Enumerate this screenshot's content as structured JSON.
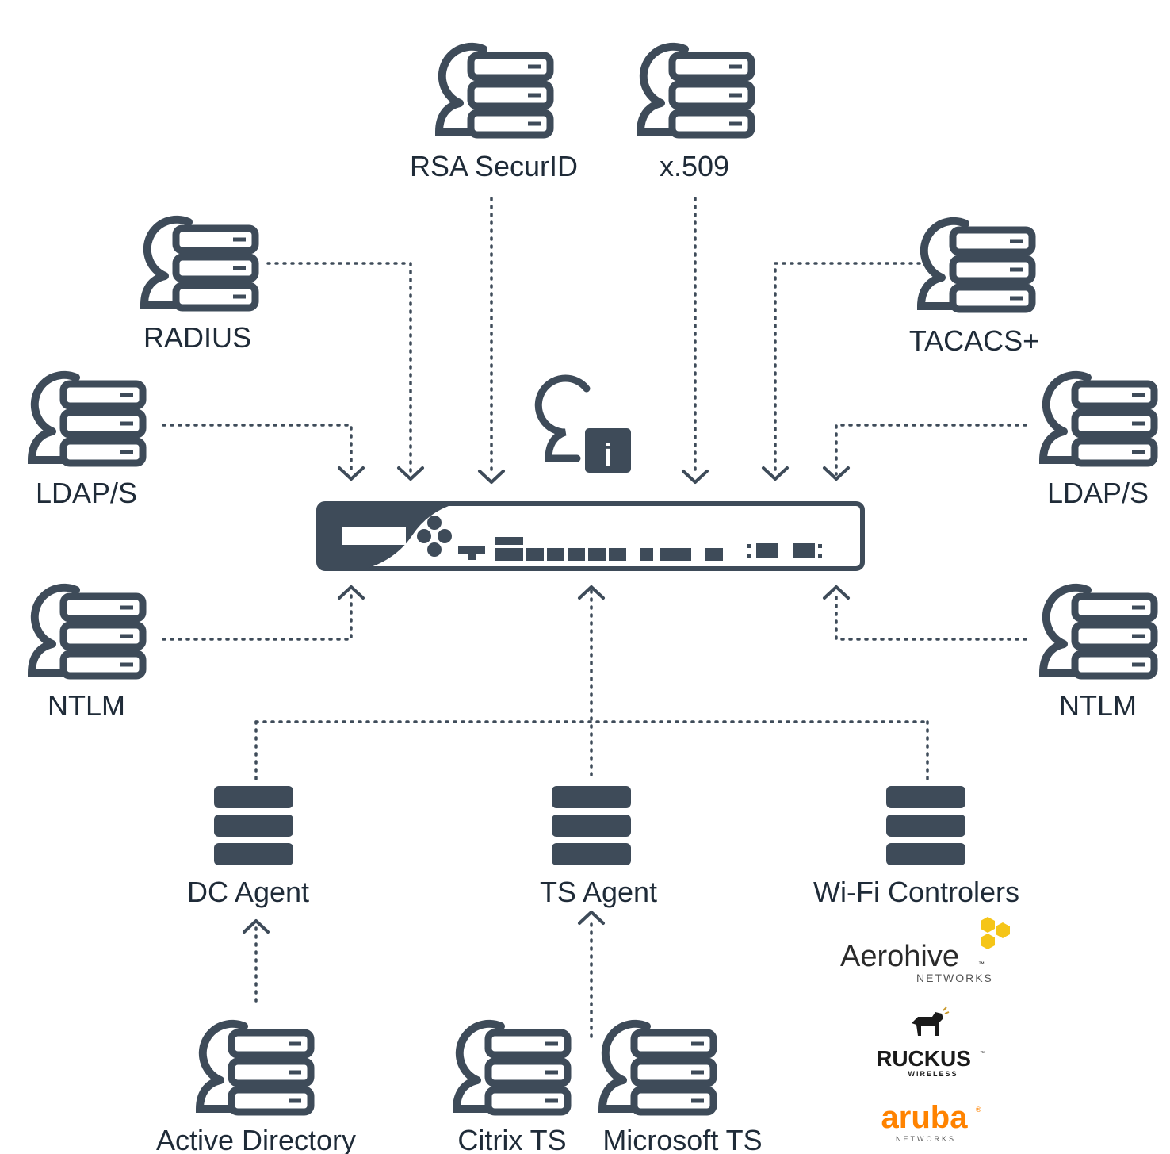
{
  "colors": {
    "icon": "#3e4b59",
    "text": "#1f2b38",
    "connector": "#3e4b59",
    "aerohive_accent": "#f5c518",
    "aruba_orange": "#ff8300"
  },
  "servers": {
    "rsa": {
      "label": "RSA SecurID",
      "icon": "user-server-icon"
    },
    "x509": {
      "label": "x.509",
      "icon": "user-server-icon"
    },
    "radius": {
      "label": "RADIUS",
      "icon": "user-server-icon"
    },
    "tacacs": {
      "label": "TACACS+",
      "icon": "user-server-icon"
    },
    "ldap_left": {
      "label": "LDAP/S",
      "icon": "user-server-icon"
    },
    "ldap_right": {
      "label": "LDAP/S",
      "icon": "user-server-icon"
    },
    "ntlm_left": {
      "label": "NTLM",
      "icon": "user-server-icon"
    },
    "ntlm_right": {
      "label": "NTLM",
      "icon": "user-server-icon"
    },
    "active_directory": {
      "label": "Active Directory",
      "icon": "user-server-icon"
    },
    "citrix_ts": {
      "label": "Citrix TS",
      "icon": "user-server-icon"
    },
    "microsoft_ts": {
      "label": "Microsoft TS",
      "icon": "user-server-icon"
    }
  },
  "agents": {
    "dc_agent": {
      "label": "DC Agent",
      "icon": "server-stack-icon"
    },
    "ts_agent": {
      "label": "TS Agent",
      "icon": "server-stack-icon"
    },
    "wifi": {
      "label": "Wi-Fi Controlers",
      "icon": "server-stack-icon"
    }
  },
  "center": {
    "device_icon": "firewall-appliance-icon",
    "user_icon": "user-info-icon",
    "info_glyph": "i"
  },
  "vendors": {
    "aerohive": {
      "name": "Aerohive",
      "tm": "™",
      "sub": "NETWORKS"
    },
    "ruckus": {
      "name": "RUCKUS",
      "tm": "™",
      "sub": "WIRELESS"
    },
    "aruba": {
      "name": "aruba",
      "reg": "®",
      "sub": "NETWORKS"
    }
  }
}
